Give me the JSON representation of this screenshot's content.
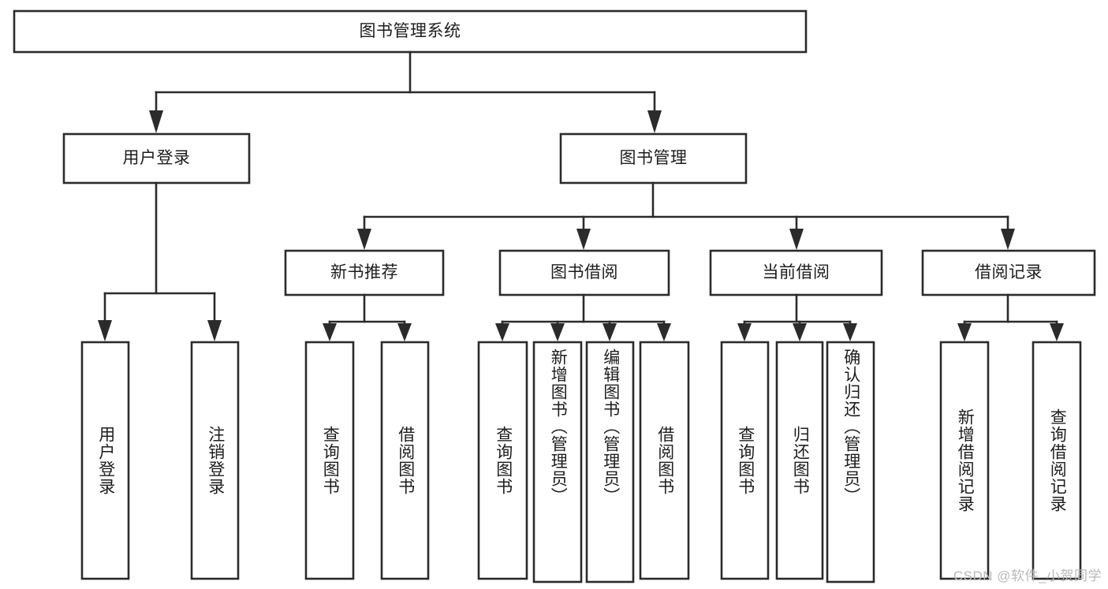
{
  "diagram": {
    "type": "tree-hierarchy",
    "title": "图书管理系统",
    "colors": {
      "box_stroke": "#2b2b2b",
      "box_fill": "#ffffff",
      "connector": "#2b2b2b",
      "text": "#1d1d1d",
      "watermark": "#b9b9b9",
      "background": "#ffffff"
    },
    "root": {
      "label": "图书管理系统",
      "orientation": "horizontal"
    },
    "level2": [
      {
        "label": "用户登录",
        "orientation": "horizontal"
      },
      {
        "label": "图书管理",
        "orientation": "horizontal"
      }
    ],
    "level3": [
      {
        "label": "新书推荐",
        "orientation": "horizontal",
        "parent": "图书管理"
      },
      {
        "label": "图书借阅",
        "orientation": "horizontal",
        "parent": "图书管理"
      },
      {
        "label": "当前借阅",
        "orientation": "horizontal",
        "parent": "图书管理"
      },
      {
        "label": "借阅记录",
        "orientation": "horizontal",
        "parent": "图书管理"
      }
    ],
    "leaves": [
      {
        "label": "用户登录",
        "orientation": "vertical",
        "parent": "用户登录"
      },
      {
        "label": "注销登录",
        "orientation": "vertical",
        "parent": "用户登录"
      },
      {
        "label": "查询图书",
        "orientation": "vertical",
        "parent": "新书推荐"
      },
      {
        "label": "借阅图书",
        "orientation": "vertical",
        "parent": "新书推荐"
      },
      {
        "label": "查询图书",
        "orientation": "vertical",
        "parent": "图书借阅"
      },
      {
        "label": "新增图书（管理员）",
        "orientation": "vertical",
        "parent": "图书借阅"
      },
      {
        "label": "编辑图书（管理员）",
        "orientation": "vertical",
        "parent": "图书借阅"
      },
      {
        "label": "借阅图书",
        "orientation": "vertical",
        "parent": "图书借阅"
      },
      {
        "label": "查询图书",
        "orientation": "vertical",
        "parent": "当前借阅"
      },
      {
        "label": "归还图书",
        "orientation": "vertical",
        "parent": "当前借阅"
      },
      {
        "label": "确认归还（管理员）",
        "orientation": "vertical",
        "parent": "当前借阅"
      },
      {
        "label": "新增借阅记录",
        "orientation": "vertical",
        "parent": "借阅记录"
      },
      {
        "label": "查询借阅记录",
        "orientation": "vertical",
        "parent": "借阅记录"
      }
    ]
  },
  "watermark": {
    "text": "CSDN @软件_小贺同学"
  }
}
